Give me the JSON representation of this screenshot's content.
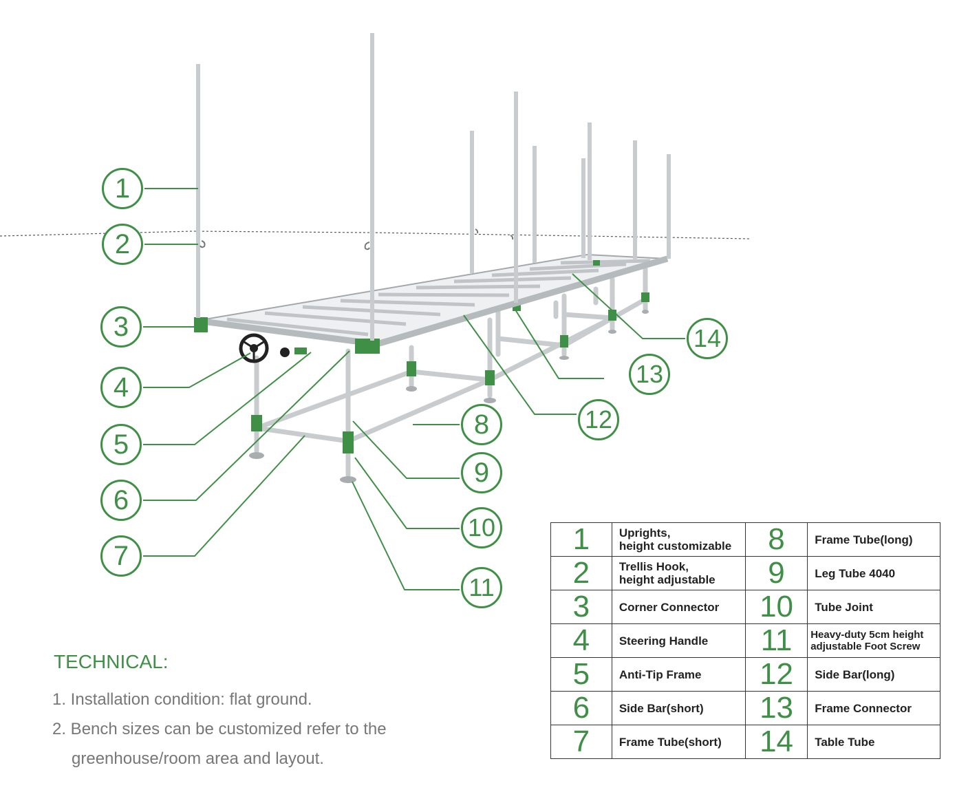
{
  "colors": {
    "accent": "#3f8f46",
    "frame": "#c9ccce",
    "frame_dark": "#9ea3a6"
  },
  "callouts": [
    "1",
    "2",
    "3",
    "4",
    "5",
    "6",
    "7",
    "8",
    "9",
    "10",
    "11",
    "12",
    "13",
    "14"
  ],
  "technical": {
    "title": "TECHNICAL:",
    "line1": "1.  Installation condition: flat ground.",
    "line2": "2. Bench sizes can be customized refer to the",
    "line3": "greenhouse/room area and layout."
  },
  "parts_table": [
    {
      "left_num": "1",
      "left_name": [
        "Uprights,",
        "height customizable"
      ],
      "right_num": "8",
      "right_name": [
        "Frame Tube(long)"
      ]
    },
    {
      "left_num": "2",
      "left_name": [
        "Trellis Hook,",
        "height adjustable"
      ],
      "right_num": "9",
      "right_name": [
        "Leg Tube 4040"
      ]
    },
    {
      "left_num": "3",
      "left_name": [
        "Corner Connector"
      ],
      "right_num": "10",
      "right_name": [
        "Tube Joint"
      ]
    },
    {
      "left_num": "4",
      "left_name": [
        "Steering Handle"
      ],
      "right_num": "11",
      "right_name": [
        "Heavy-duty 5cm height",
        "adjustable Foot Screw"
      ]
    },
    {
      "left_num": "5",
      "left_name": [
        "Anti-Tip Frame"
      ],
      "right_num": "12",
      "right_name": [
        "Side Bar(long)"
      ]
    },
    {
      "left_num": "6",
      "left_name": [
        "Side Bar(short)"
      ],
      "right_num": "13",
      "right_name": [
        "Frame Connector"
      ]
    },
    {
      "left_num": "7",
      "left_name": [
        "Frame Tube(short)"
      ],
      "right_num": "14",
      "right_name": [
        "Table Tube"
      ]
    }
  ]
}
